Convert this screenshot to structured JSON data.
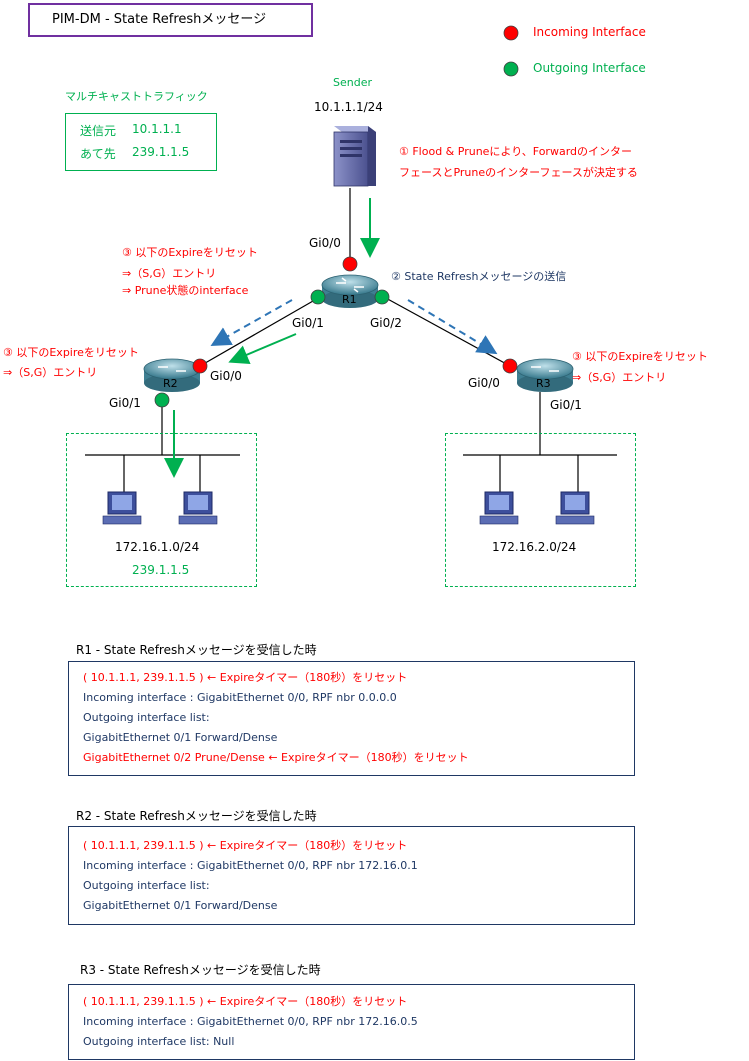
{
  "title": "PIM-DM - State Refreshメッセージ",
  "legend": {
    "incoming": "Incoming Interface",
    "outgoing": "Outgoing Interface",
    "incoming_color": "#ff0000",
    "outgoing_color": "#00b050"
  },
  "sender": {
    "label": "Sender",
    "address": "10.1.1.1/24"
  },
  "traffic": {
    "heading": "マルチキャストトラフィック",
    "src_label": "送信元",
    "src_value": "10.1.1.1",
    "dst_label": "あて先",
    "dst_value": "239.1.1.5"
  },
  "notes": {
    "n1_line1": "① Flood & Pruneにより、Forwardのインター",
    "n1_line2": "フェースとPruneのインターフェースが決定する",
    "n2": "② State Refreshメッセージの送信",
    "n3_r1_line1": "③ 以下のExpireをリセット",
    "n3_r1_line2": "⇒（S,G）エントリ",
    "n3_r1_line3": "⇒ Prune状態のinterface",
    "n3_r2_line1": "③ 以下のExpireをリセット",
    "n3_r2_line2": "⇒（S,G）エントリ",
    "n3_r3_line1": "③ 以下のExpireをリセット",
    "n3_r3_line2": "⇒（S,G）エントリ"
  },
  "routers": {
    "r1": {
      "name": "R1",
      "if_up": "Gi0/0",
      "if_left": "Gi0/1",
      "if_right": "Gi0/2"
    },
    "r2": {
      "name": "R2",
      "if_up": "Gi0/0",
      "if_down": "Gi0/1"
    },
    "r3": {
      "name": "R3",
      "if_up": "Gi0/0",
      "if_down": "Gi0/1"
    }
  },
  "lans": {
    "left": {
      "network": "172.16.1.0/24",
      "group": "239.1.1.5"
    },
    "right": {
      "network": "172.16.2.0/24"
    }
  },
  "states": [
    {
      "heading": "R1 - State Refreshメッセージを受信した時",
      "lines": [
        {
          "text": "( 10.1.1.1, 239.1.1.5 ) ← Expireタイマー（180秒）をリセット",
          "color": "red"
        },
        {
          "text": "Incoming interface : GigabitEthernet 0/0, RPF nbr 0.0.0.0",
          "color": "navy"
        },
        {
          "text": "Outgoing interface list:",
          "color": "navy"
        },
        {
          "text": "GigabitEthernet 0/1 Forward/Dense",
          "color": "navy"
        },
        {
          "text": "GigabitEthernet 0/2 Prune/Dense ← Expireタイマー（180秒）をリセット",
          "color": "red"
        }
      ]
    },
    {
      "heading": "R2 - State Refreshメッセージを受信した時",
      "lines": [
        {
          "text": "( 10.1.1.1, 239.1.1.5 ) ← Expireタイマー（180秒）をリセット",
          "color": "red"
        },
        {
          "text": "Incoming interface : GigabitEthernet 0/0, RPF nbr 172.16.0.1",
          "color": "navy"
        },
        {
          "text": "Outgoing interface list:",
          "color": "navy"
        },
        {
          "text": "GigabitEthernet 0/1 Forward/Dense",
          "color": "navy"
        }
      ]
    },
    {
      "heading": "R3 - State Refreshメッセージを受信した時",
      "lines": [
        {
          "text": "( 10.1.1.1, 239.1.1.5 ) ← Expireタイマー（180秒）をリセット",
          "color": "red"
        },
        {
          "text": "Incoming interface : GigabitEthernet 0/0, RPF nbr 172.16.0.5",
          "color": "navy"
        },
        {
          "text": "Outgoing interface list: Null",
          "color": "navy"
        }
      ]
    }
  ]
}
